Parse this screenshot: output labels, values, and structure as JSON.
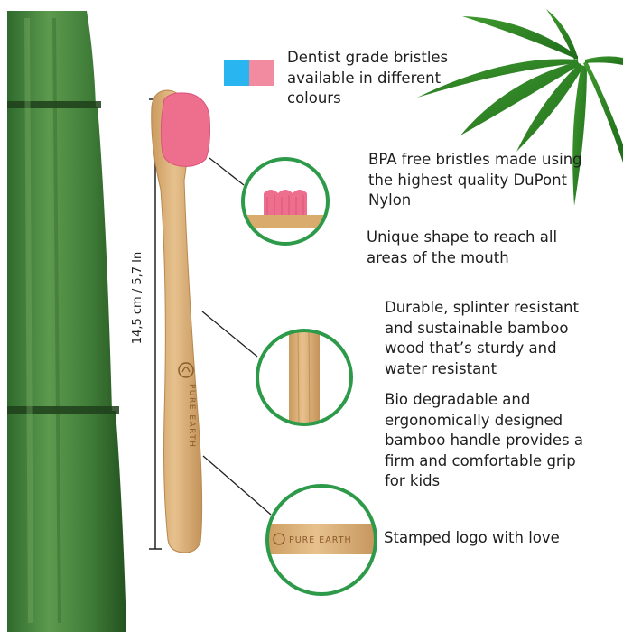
{
  "captions": {
    "colours": "Dentist grade bristles available in different colours",
    "bpa": "BPA free bristles made using the highest quality DuPont Nylon",
    "shape": "Unique shape to reach all areas of the mouth",
    "durable": "Durable, splinter resistant and sustainable bamboo wood that’s sturdy and water resistant",
    "bio": "Bio degradable and ergonomically designed bamboo handle provides a firm and comfortable grip for kids",
    "logo": "Stamped logo with love"
  },
  "dimension_label": "14,5 cm / 5,7 In",
  "brand_stamp": "PURE EARTH",
  "swatches": {
    "blue": "#29b6f0",
    "pink": "#f28aa0"
  },
  "colors": {
    "bamboo_green": "#3f7f3c",
    "circle_green": "#2d9a4a",
    "bristle_pink": "#ee6e8e",
    "wood": "#dcb27a"
  }
}
